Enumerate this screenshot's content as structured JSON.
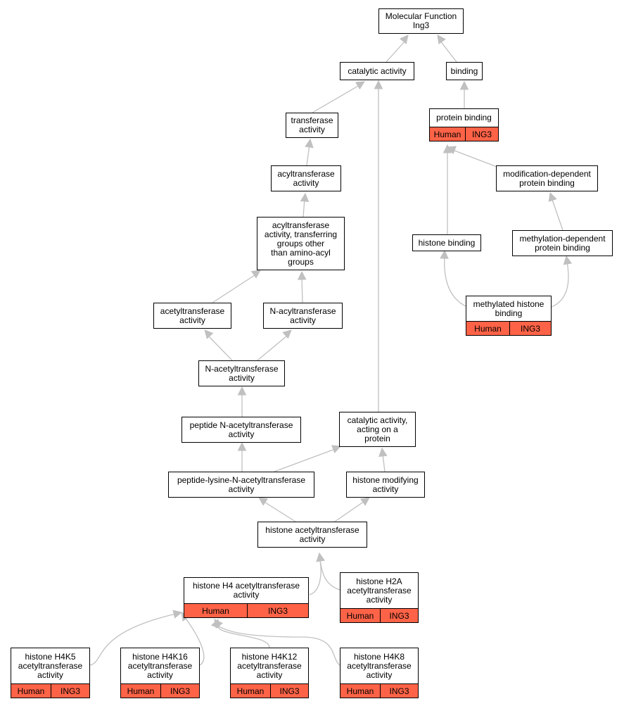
{
  "nodes": [
    {
      "id": "mf",
      "label": "Molecular Function\nIng3"
    },
    {
      "id": "catalytic",
      "label": "catalytic activity"
    },
    {
      "id": "binding",
      "label": "binding"
    },
    {
      "id": "transferase",
      "label": "transferase\nactivity"
    },
    {
      "id": "protein_binding",
      "label": "protein binding",
      "annotation": [
        "Human",
        "ING3"
      ]
    },
    {
      "id": "acyltransferase",
      "label": "acyltransferase\nactivity"
    },
    {
      "id": "mod_dep",
      "label": "modification-dependent\nprotein binding"
    },
    {
      "id": "acyl_other",
      "label": "acyltransferase\nactivity, transferring\ngroups other\nthan amino-acyl\ngroups"
    },
    {
      "id": "histone_binding",
      "label": "histone binding"
    },
    {
      "id": "meth_dep",
      "label": "methylation-dependent\nprotein binding"
    },
    {
      "id": "methylated_hb",
      "label": "methylated histone\nbinding",
      "annotation": [
        "Human",
        "ING3"
      ]
    },
    {
      "id": "acetyltransferase",
      "label": "acetyltransferase\nactivity"
    },
    {
      "id": "n_acyl",
      "label": "N-acyltransferase\nactivity"
    },
    {
      "id": "n_acetyl",
      "label": "N-acetyltransferase\nactivity"
    },
    {
      "id": "peptide_nat",
      "label": "peptide N-acetyltransferase\nactivity"
    },
    {
      "id": "cat_protein",
      "label": "catalytic activity,\nacting on a\nprotein"
    },
    {
      "id": "peptide_lys",
      "label": "peptide-lysine-N-acetyltransferase\nactivity"
    },
    {
      "id": "hist_mod",
      "label": "histone modifying\nactivity"
    },
    {
      "id": "hat",
      "label": "histone acetyltransferase\nactivity"
    },
    {
      "id": "h4_hat",
      "label": "histone H4 acetyltransferase\nactivity",
      "annotation": [
        "Human",
        "ING3"
      ]
    },
    {
      "id": "h2a_hat",
      "label": "histone H2A\nacetyltransferase\nactivity",
      "annotation": [
        "Human",
        "ING3"
      ]
    },
    {
      "id": "h4k5",
      "label": "histone H4K5\nacetyltransferase\nactivity",
      "annotation": [
        "Human",
        "ING3"
      ]
    },
    {
      "id": "h4k16",
      "label": "histone H4K16\nacetyltransferase\nactivity",
      "annotation": [
        "Human",
        "ING3"
      ]
    },
    {
      "id": "h4k12",
      "label": "histone H4K12\nacetyltransferase\nactivity",
      "annotation": [
        "Human",
        "ING3"
      ]
    },
    {
      "id": "h4k8",
      "label": "histone H4K8\nacetyltransferase\nactivity",
      "annotation": [
        "Human",
        "ING3"
      ]
    }
  ],
  "edges": [
    {
      "from": "catalytic",
      "to": "mf"
    },
    {
      "from": "binding",
      "to": "mf"
    },
    {
      "from": "transferase",
      "to": "catalytic"
    },
    {
      "from": "protein_binding",
      "to": "binding"
    },
    {
      "from": "acyltransferase",
      "to": "transferase"
    },
    {
      "from": "mod_dep",
      "to": "protein_binding"
    },
    {
      "from": "acyl_other",
      "to": "acyltransferase"
    },
    {
      "from": "histone_binding",
      "to": "protein_binding"
    },
    {
      "from": "meth_dep",
      "to": "mod_dep"
    },
    {
      "from": "methylated_hb",
      "to": "histone_binding"
    },
    {
      "from": "methylated_hb",
      "to": "meth_dep"
    },
    {
      "from": "acetyltransferase",
      "to": "acyl_other"
    },
    {
      "from": "n_acyl",
      "to": "acyl_other"
    },
    {
      "from": "n_acetyl",
      "to": "acetyltransferase"
    },
    {
      "from": "n_acetyl",
      "to": "n_acyl"
    },
    {
      "from": "peptide_nat",
      "to": "n_acetyl"
    },
    {
      "from": "cat_protein",
      "to": "catalytic"
    },
    {
      "from": "peptide_lys",
      "to": "peptide_nat"
    },
    {
      "from": "peptide_lys",
      "to": "cat_protein"
    },
    {
      "from": "hist_mod",
      "to": "cat_protein"
    },
    {
      "from": "hat",
      "to": "peptide_lys"
    },
    {
      "from": "hat",
      "to": "hist_mod"
    },
    {
      "from": "h4_hat",
      "to": "hat"
    },
    {
      "from": "h2a_hat",
      "to": "hat"
    },
    {
      "from": "h4k5",
      "to": "h4_hat"
    },
    {
      "from": "h4k16",
      "to": "h4_hat"
    },
    {
      "from": "h4k12",
      "to": "h4_hat"
    },
    {
      "from": "h4k8",
      "to": "h4_hat"
    }
  ],
  "colors": {
    "annotation_fill": "#ff6347",
    "edge": "#c0c0c0",
    "border": "#000000"
  }
}
